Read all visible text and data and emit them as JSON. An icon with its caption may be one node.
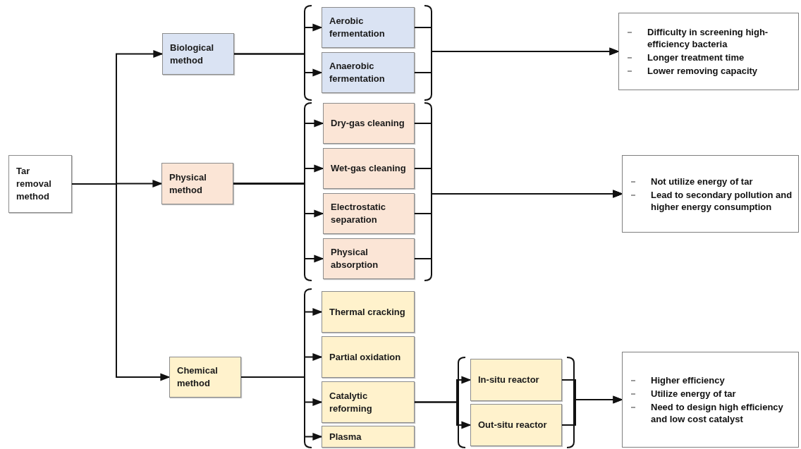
{
  "diagram": {
    "nodes": [
      {
        "text": [
          "Tar removal method"
        ]
      },
      {
        "text": [
          "Biological method"
        ]
      },
      {
        "text": [
          "Physical method"
        ]
      },
      {
        "text": [
          "Chemical method"
        ]
      },
      {
        "text": [
          "Aerobic fermentation"
        ]
      },
      {
        "text": [
          "Anaerobic fermentation"
        ]
      },
      {
        "text": [
          "Dry-gas cleaning"
        ]
      },
      {
        "text": [
          "Wet-gas cleaning"
        ]
      },
      {
        "text": [
          "Electrostatic separation"
        ]
      },
      {
        "text": [
          "Physical absorption"
        ]
      },
      {
        "text": [
          "Thermal cracking"
        ]
      },
      {
        "text": [
          "Partial oxidation"
        ]
      },
      {
        "text": [
          "Catalytic reforming"
        ]
      },
      {
        "text": [
          "Plasma"
        ]
      },
      {
        "text": [
          "In-situ reactor"
        ]
      },
      {
        "text": [
          "Out-situ reactor"
        ]
      },
      {
        "text": [
          "Difficulty in screening high-efficiency bacteria",
          "Longer treatment time",
          "Lower removing capacity"
        ]
      },
      {
        "text": [
          "Not utilize energy of tar",
          "Lead to secondary pollution and higher energy consumption"
        ]
      },
      {
        "text": [
          "Higher efficiency",
          "Utilize energy of tar",
          "Need to design high efficiency and low cost catalyst"
        ]
      }
    ],
    "edges": [
      {
        "from": 0,
        "to": 1,
        "arrow": "to"
      },
      {
        "from": 0,
        "to": 2,
        "arrow": "to"
      },
      {
        "from": 0,
        "to": 3,
        "arrow": "to"
      },
      {
        "from": 1,
        "to": 4,
        "arrow": "to"
      },
      {
        "from": 1,
        "to": 5,
        "arrow": "to"
      },
      {
        "from": 2,
        "to": 6,
        "arrow": "to"
      },
      {
        "from": 2,
        "to": 7,
        "arrow": "to"
      },
      {
        "from": 2,
        "to": 8,
        "arrow": "to"
      },
      {
        "from": 2,
        "to": 9,
        "arrow": "to"
      },
      {
        "from": 3,
        "to": 10,
        "arrow": "to"
      },
      {
        "from": 3,
        "to": 11,
        "arrow": "to"
      },
      {
        "from": 3,
        "to": 12,
        "arrow": "to"
      },
      {
        "from": 3,
        "to": 13,
        "arrow": "to"
      },
      {
        "from": 4,
        "to": 16,
        "arrow": "to"
      },
      {
        "from": 5,
        "to": 16,
        "arrow": "to"
      },
      {
        "from": 6,
        "to": 17,
        "arrow": "to"
      },
      {
        "from": 7,
        "to": 17,
        "arrow": "to"
      },
      {
        "from": 8,
        "to": 17,
        "arrow": "to"
      },
      {
        "from": 9,
        "to": 17,
        "arrow": "to"
      },
      {
        "from": 12,
        "to": 14,
        "arrow": "to"
      },
      {
        "from": 12,
        "to": 15,
        "arrow": "to"
      },
      {
        "from": 14,
        "to": 18,
        "arrow": "to"
      },
      {
        "from": 15,
        "to": 18,
        "arrow": "to"
      }
    ]
  }
}
